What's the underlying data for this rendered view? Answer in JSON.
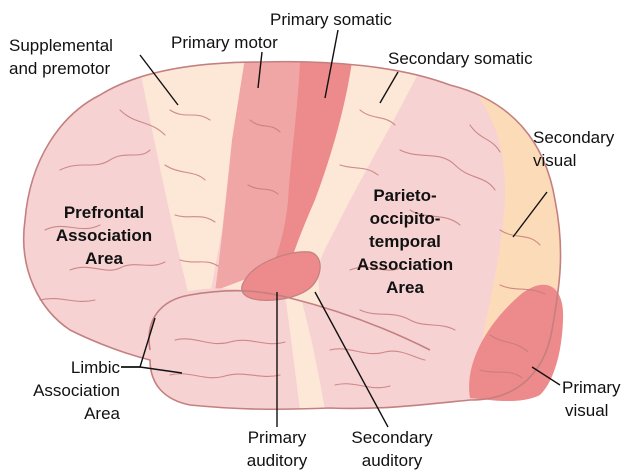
{
  "labels": {
    "supplemental_1": "Supplemental",
    "supplemental_2": "and premotor",
    "primary_motor": "Primary motor",
    "primary_somatic": "Primary somatic",
    "secondary_somatic": "Secondary somatic",
    "secondary_visual_1": "Secondary",
    "secondary_visual_2": "visual",
    "prefrontal_1": "Prefrontal",
    "prefrontal_2": "Association",
    "prefrontal_3": "Area",
    "parieto_1": "Parieto-",
    "parieto_2": "occipito-",
    "parieto_3": "temporal",
    "parieto_4": "Association",
    "parieto_5": "Area",
    "limbic_1": "Limbic",
    "limbic_2": "Association",
    "limbic_3": "Area",
    "primary_auditory_1": "Primary",
    "primary_auditory_2": "auditory",
    "secondary_auditory_1": "Secondary",
    "secondary_auditory_2": "auditory",
    "primary_visual_1": "Primary",
    "primary_visual_2": "visual"
  },
  "colors": {
    "association_pink": "#f6d2d2",
    "secondary_peach": "#fde8d8",
    "secondary_visual_tan": "#fcdcb8",
    "primary_band": "#f0a6a4",
    "primary_dark": "#ec8a8c",
    "outline": "#c48080"
  }
}
